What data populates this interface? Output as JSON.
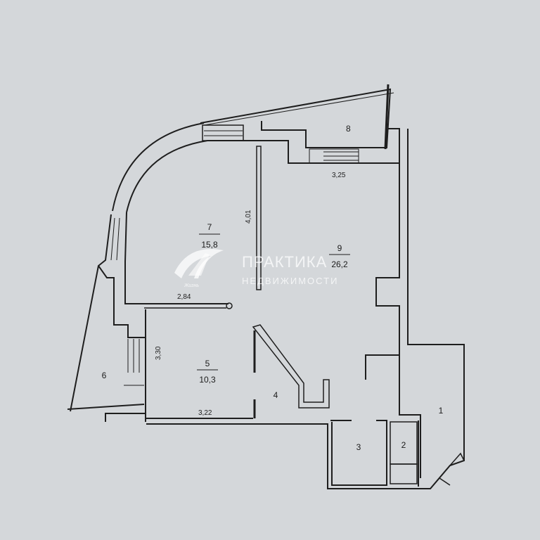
{
  "rooms": [
    {
      "id": "r1",
      "number": "1",
      "area": ""
    },
    {
      "id": "r2",
      "number": "2",
      "area": ""
    },
    {
      "id": "r3",
      "number": "3",
      "area": ""
    },
    {
      "id": "r4",
      "number": "4",
      "area": ""
    },
    {
      "id": "r5",
      "number": "5",
      "area": "10,3"
    },
    {
      "id": "r6",
      "number": "6",
      "area": ""
    },
    {
      "id": "r7",
      "number": "7",
      "area": "15,8"
    },
    {
      "id": "r8",
      "number": "8",
      "area": ""
    },
    {
      "id": "r9",
      "number": "9",
      "area": "26,2"
    }
  ],
  "dimensions": {
    "d_325": "3,25",
    "d_401": "4,01",
    "d_284": "2,84",
    "d_330": "3,30",
    "d_322": "3,22"
  },
  "watermark": {
    "title": "ПРАКТИКА",
    "subtitle": "НЕДВИЖИМОСТИ",
    "logo_text": "Жизнь"
  },
  "colors": {
    "paper": "#d9dbde",
    "wall": "#1e1e1e",
    "watermark": "#ffffff"
  }
}
